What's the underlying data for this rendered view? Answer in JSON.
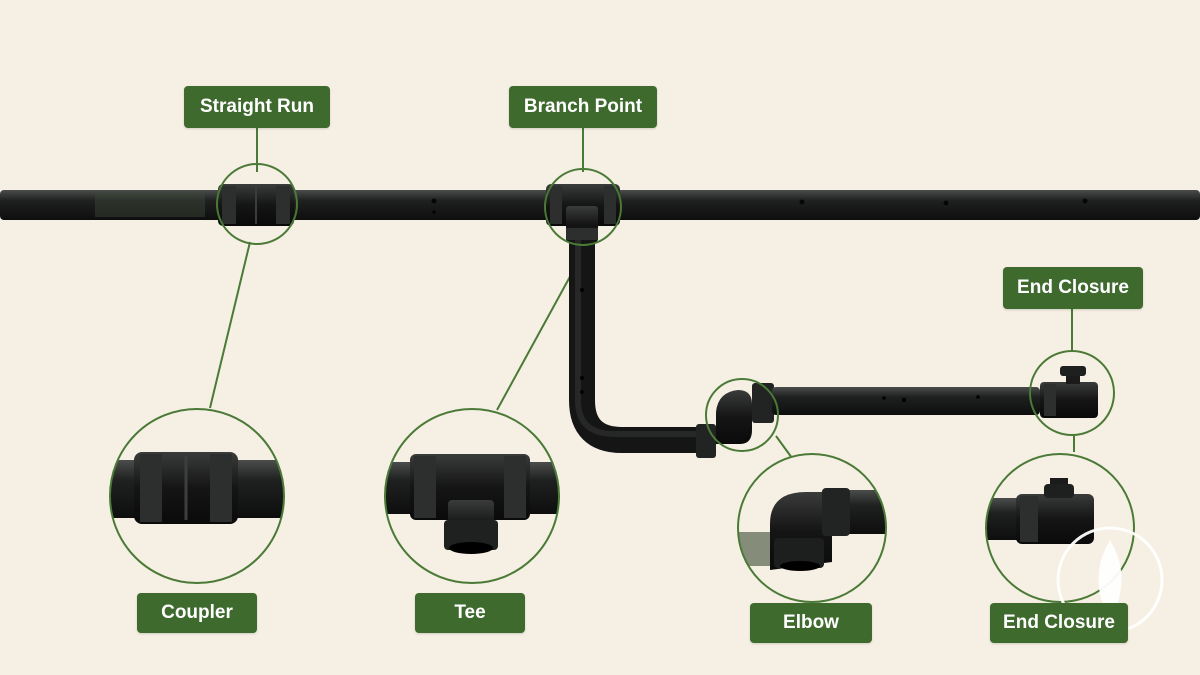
{
  "labels": {
    "straight_run": "Straight Run",
    "branch_point": "Branch Point",
    "end_closure_top": "End Closure",
    "coupler": "Coupler",
    "tee": "Tee",
    "elbow": "Elbow",
    "end_closure_bottom": "End Closure"
  },
  "colors": {
    "background": "#f5efe4",
    "label_fill": "#3f6a2e",
    "callout_line": "#4a7a36",
    "pipe": "#1c1e1d"
  }
}
